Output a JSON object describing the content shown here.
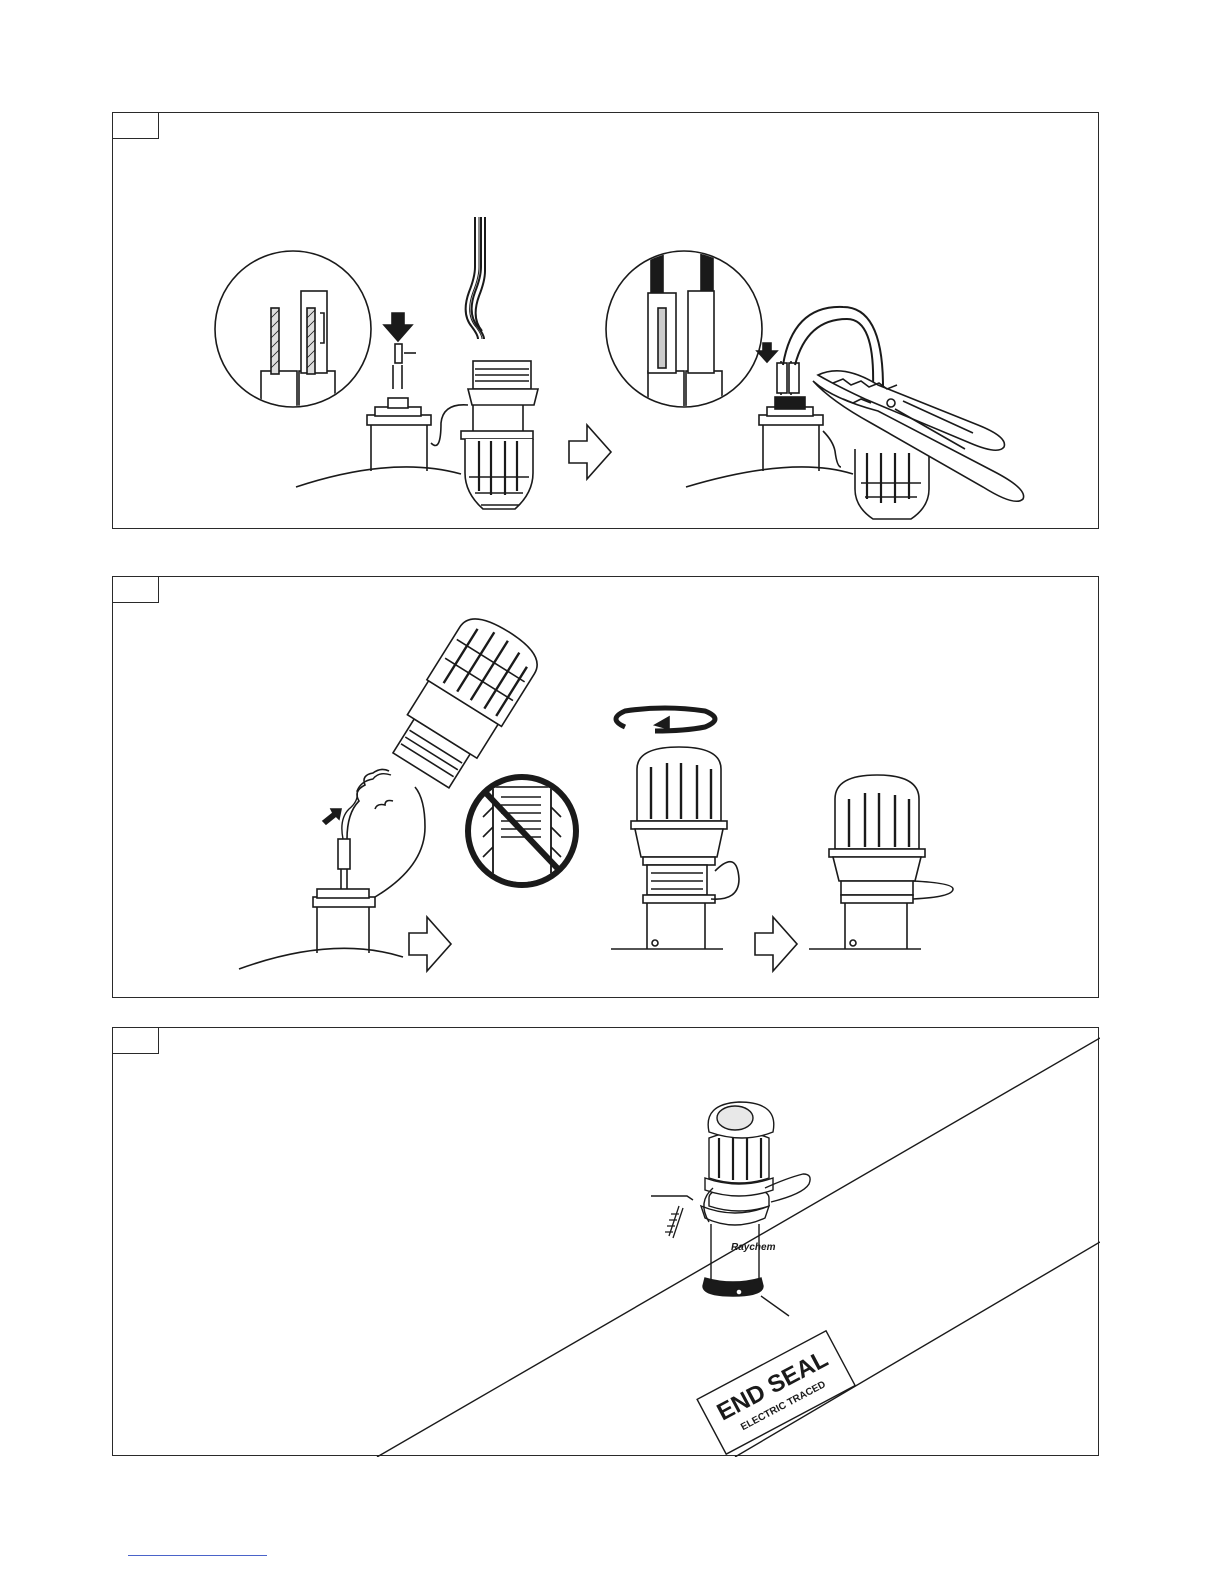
{
  "page": {
    "background": "#ffffff",
    "line_color": "#1a1a1a"
  },
  "panels": [
    {
      "step_label": "",
      "description": ""
    },
    {
      "step_label": "",
      "description": ""
    },
    {
      "step_label": "",
      "description": ""
    }
  ],
  "panel3": {
    "label_title": "END SEAL",
    "label_subtitle": "ELECTRIC TRACED",
    "brand_text": "Raychem"
  },
  "footer": {
    "link_text": "",
    "link_color": "#4a63c9"
  }
}
